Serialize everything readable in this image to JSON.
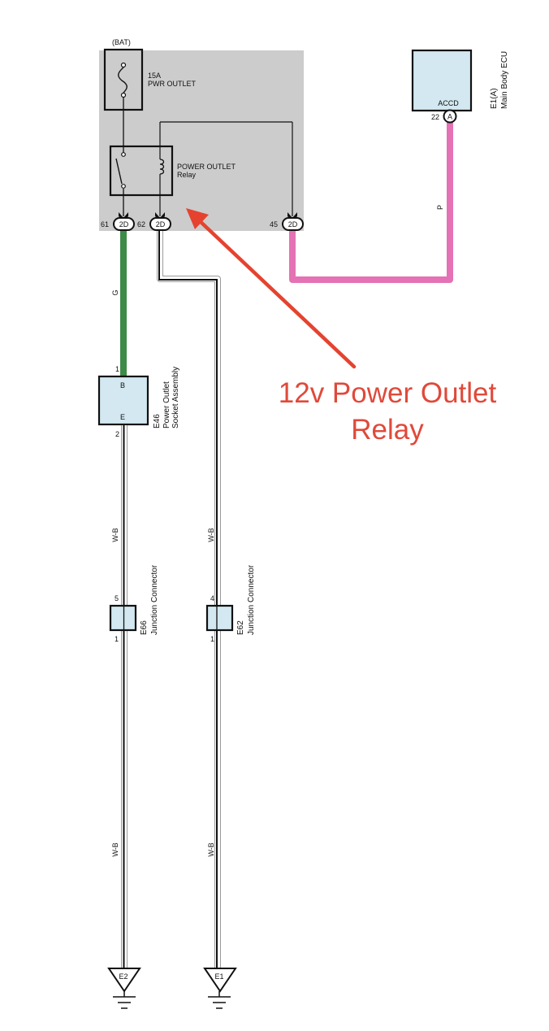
{
  "diagram": {
    "type": "wiring-diagram",
    "colors": {
      "junction_block_bg": "#cccccc",
      "component_fill": "#d3e8f0",
      "wire_green": "#3e8a47",
      "wire_pink": "#e472b4",
      "wire_wb_outline": "#9a9a9a",
      "annotation": "#e5432f"
    },
    "power_source": {
      "label": "(BAT)"
    },
    "fuse": {
      "rating": "15A",
      "name": "PWR OUTLET"
    },
    "relay": {
      "name": "POWER OUTLET",
      "sub": "Relay"
    },
    "relay_connectors": [
      {
        "pin": "61",
        "connector": "2D"
      },
      {
        "pin": "62",
        "connector": "2D"
      },
      {
        "pin": "45",
        "connector": "2D"
      }
    ],
    "ecu": {
      "terminal": "ACCD",
      "pin": "22",
      "connector": "A",
      "code": "E1(A)",
      "name": "Main Body ECU"
    },
    "socket": {
      "code": "E46",
      "name_line1": "Power Outlet",
      "name_line2": "Socket Assembly",
      "terminal_top": "B",
      "terminal_bottom": "E",
      "pin_top": "1",
      "pin_bottom": "2"
    },
    "junctions": [
      {
        "code": "E66",
        "name": "Junction Connector",
        "pin_top": "5",
        "pin_bottom": "1"
      },
      {
        "code": "E62",
        "name": "Junction Connector",
        "pin_top": "4",
        "pin_bottom": "1"
      }
    ],
    "wire_labels": {
      "green": "G",
      "pink": "P",
      "wb_socket_upper": "W-B",
      "wb_relay_upper": "W-B",
      "wb_e66_lower": "W-B",
      "wb_e62_lower": "W-B"
    },
    "grounds": [
      {
        "code": "E2"
      },
      {
        "code": "E1"
      }
    ]
  },
  "annotation": {
    "line1": "12v Power Outlet",
    "line2": "Relay",
    "points_to": "POWER OUTLET Relay"
  }
}
